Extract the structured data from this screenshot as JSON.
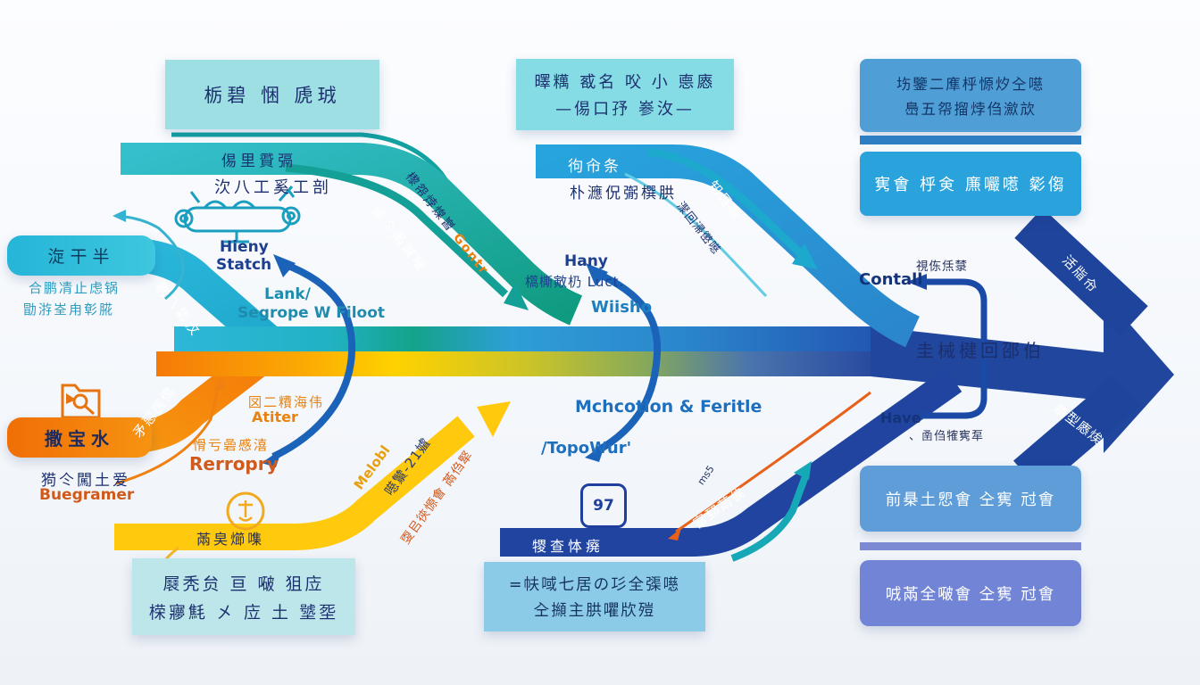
{
  "boxes": {
    "top_left": {
      "line1": "栃碧 悃 虒珬"
    },
    "mid_top": {
      "line1": "曎䊪 㦴名 㕮 小 㥁㥷",
      "line2": "—㑥口㜿 㟥㳊—"
    },
    "right_1": {
      "line1": "㘯鑒二㢑㭔㥳㶤㒰㘂",
      "line2": "㠀五㠾㨨㶿㑇㶑㰠"
    },
    "right_2": {
      "line1": "㝦㑹 㭔㑒 㢘㘙㘃 㣓㑳"
    },
    "left_cyan": {
      "line1": "㳬干半"
    },
    "orange_box": {
      "line1": "撒宝水"
    },
    "bottom_left": {
      "line1": "㞡秃贠 亘 㗞 狙㡴",
      "line2": "㮠㝱㲬 㐅 㡴 土 㙱㘸"
    },
    "mid_bottom": {
      "line1": "=㠸㖪七居の㣉全㣄㘂",
      "line2": "㒰㩪主㬴㘗㸝㱯"
    },
    "right_3": {
      "line1": "前㮂土㤻㑹 㒰㝦 㝴㑹"
    },
    "right_4": {
      "line1": "㖅㒼全㗞㑹 㒰㝦 㝴㑹"
    }
  },
  "labels": {
    "teal_band": "㑥里䝾㣂",
    "below_teal": "㳄八工奚工剖",
    "left_small_1": "合鹏凊止虑锅",
    "left_small_2": "勖㳺峑甪㣏㬸",
    "hieny": "Hieny",
    "statch": "Statch",
    "lank": "Lank/",
    "segrope": "Segrope W Filoot",
    "cyan_diag": "㔀乁㣓㳊",
    "teal_diag_white": "㣄仒㒼㞡㗞",
    "teal_diag_outer": "㰀㠾㶿㷘㠄 ",
    "gontr": "Gontr",
    "orange_diag": "矛惡医偈",
    "orange_small_1": "㘝二䊧海伟",
    "atiter": "Atiter",
    "orange_small_2": "愲亏碞慼㵙",
    "rerropry": "Rerropry",
    "below_orange_1": "㺃仒闖土爱",
    "buegramer": "Buegramer",
    "yellow_band": "㒼㚖㸅㗱",
    "melobl": "Melobl",
    "yellow_diag_dark": "㘂㶗-21㜘",
    "yellow_diag_orange": "㪅㠯㣣㥳㑹 㒼㑇㹂",
    "mid_band": "㣘㠳条",
    "mid_below": "朴㶐㑆㣃㯢㬴",
    "blue_diag_white": "知目㢄",
    "blue_diag_outer": "㵵回㴆㠞㘂",
    "hany": "Hany",
    "luct": "㰏㯕㪦㭁 Luct.",
    "wiisho": "Wiisho",
    "mch": "Mchcotion & Feritle",
    "topowur": "/TopoWur'",
    "mid_bottom_band": "㹄查㤓㾱",
    "navy_diag_up": "富郅㒼㑦",
    "ms5": "ms5",
    "right_top_diag": "活㸟㠳",
    "right_bottom_diag": "㾴型㥷㶼",
    "center_text": "圭械楗回邵伯",
    "contall": "Contall",
    "contall_small": "視㑈㶵㯟",
    "have": "Have",
    "have_small": "、圅㑇㹊㝦㸴"
  },
  "icons": {
    "badge_label": "97"
  },
  "colors": {
    "cyan": "#29b6d8",
    "teal": "#149a85",
    "bright_blue": "#2196d6",
    "navy": "#1e3f9e",
    "orange": "#f57d0a",
    "yellow": "#ffc90e",
    "light_teal_box": "#9edfe3",
    "right_blue_box": "#2aa3dc",
    "periwinkle_box": "#7184d6"
  }
}
